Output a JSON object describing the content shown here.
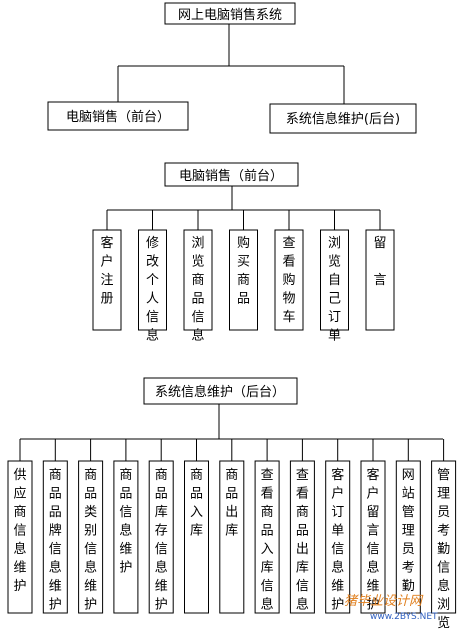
{
  "diagram": {
    "root": "网上电脑销售系统",
    "branches": [
      "电脑销售（前台）",
      "系统信息维护(后台)"
    ]
  },
  "frontend": {
    "title": "电脑销售（前台）",
    "items": [
      "客户注册",
      "修改个人信息",
      "浏览商品信息",
      "购买商品",
      "查看购物车",
      "浏览自己订单",
      "留　言"
    ]
  },
  "backend": {
    "title": "系统信息维护（后台）",
    "items": [
      "供应商信息维护",
      "商品品牌信息维护",
      "商品类别信息维护",
      "商品信息维护",
      "商品库存信息维护",
      "商品入库",
      "商品出库",
      "查看商品入库信息",
      "查看商品出库信息",
      "客户订单信息维护",
      "客户留言信息维护",
      "网站管理员考勤",
      "管理员考勤信息浏览"
    ]
  },
  "watermark": {
    "text": "猪毕业设计网",
    "url": "www.2BYS.NET"
  }
}
